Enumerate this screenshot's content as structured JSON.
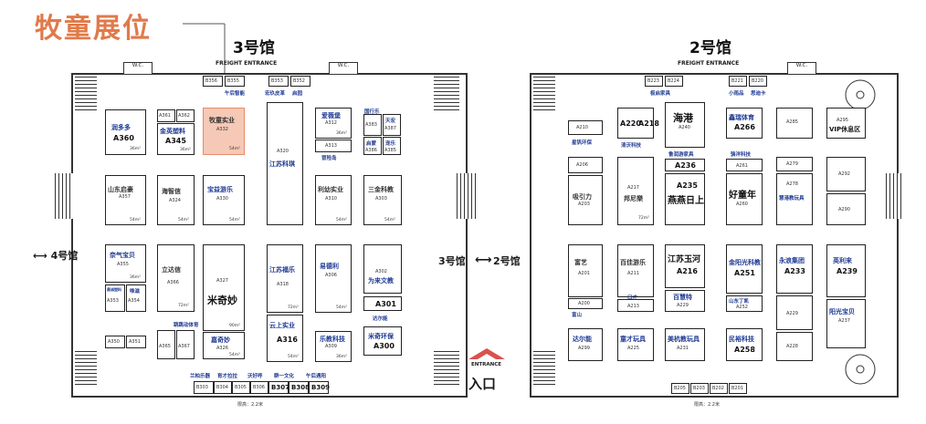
{
  "callout": "牧童展位",
  "hall3": {
    "title": "3号馆",
    "freight": "FREIGHT ENTRANCE",
    "wc1": "W.C.",
    "wc2": "W.C.",
    "height_note": "限高：2.2米"
  },
  "hall2": {
    "title": "2号馆",
    "freight": "FREIGHT ENTRANCE",
    "wc": "W.C.",
    "height_note": "限高：2.2米"
  },
  "nav": {
    "hall4": "4号馆",
    "hall3_arrow": "3号馆",
    "hall2_arrow": "2号馆"
  },
  "entrance": {
    "en": "ENTRANCE",
    "cn": "入口"
  },
  "colors": {
    "highlight": "#f6c8b6",
    "callout": "#e07a4a",
    "brand_blue": "#1f3a93"
  },
  "h3_booths": {
    "a360": {
      "id": "A360",
      "name": "润多多",
      "area": "36m²"
    },
    "a361": {
      "id": "A361"
    },
    "a362": {
      "id": "A362"
    },
    "a345": {
      "id": "A345",
      "name": "金英塑料",
      "area": "36m²"
    },
    "a332": {
      "id": "A332",
      "name": "牧童实业",
      "area": "54m²"
    },
    "a320": {
      "id": "A320",
      "name": "江苏科琪"
    },
    "a312": {
      "id": "A312",
      "name": "爱薇堡",
      "area": "36m²"
    },
    "a313": {
      "id": "A313",
      "name": "冒险岛"
    },
    "a387": {
      "id": "A387",
      "name": "天宏"
    },
    "a383": {
      "id": "A383",
      "name": "国行乐"
    },
    "a386": {
      "id": "A386",
      "name": "启蒙"
    },
    "a385": {
      "id": "A385",
      "name": "宠乐"
    },
    "a357": {
      "id": "A357",
      "name": "山东启豪",
      "area": "54m²"
    },
    "a324": {
      "id": "A324",
      "name": "海智信",
      "area": "54m²"
    },
    "a330": {
      "id": "A330",
      "name": "宝益游乐",
      "area": "54m²"
    },
    "a310": {
      "id": "A310",
      "name": "利幼实业",
      "area": "54m²"
    },
    "a303": {
      "id": "A303",
      "name": "三金科教",
      "area": "54m²"
    },
    "a355": {
      "id": "A355",
      "name": "奈气宝贝",
      "area": "36m²"
    },
    "a353": {
      "id": "A353",
      "name": "鼎诚塑料"
    },
    "a354": {
      "id": "A354",
      "name": "唯滋"
    },
    "a366": {
      "id": "A366",
      "name": "立达信",
      "area": "72m²"
    },
    "a327": {
      "id": "A327",
      "name": "米奇妙",
      "area": "90m²"
    },
    "a318": {
      "id": "A318",
      "name": "江苏福乐",
      "area": "72m²"
    },
    "a306": {
      "id": "A306",
      "name": "易德利",
      "area": "54m²"
    },
    "a302": {
      "id": "A302",
      "name": "为来文教"
    },
    "a301": {
      "id": "A301",
      "name": "达尔能"
    },
    "a350": {
      "id": "A350"
    },
    "a351": {
      "id": "A351"
    },
    "a365": {
      "id": "A365"
    },
    "a367": {
      "id": "A367"
    },
    "a326": {
      "id": "A326",
      "name": "嘉奇妙",
      "area": "54m²"
    },
    "a316": {
      "id": "A316",
      "name": "云上实业",
      "area": "54m²"
    },
    "a309": {
      "id": "A309",
      "name": "乐教科技",
      "area": "36m²"
    },
    "a300": {
      "id": "A300",
      "name": "米奇环保",
      "area": "36m²"
    },
    "label_jd": "跳跳动体育",
    "label_nw": "午后智能",
    "label_ht": "宏玖皮革",
    "label_qs": "启园"
  },
  "h3_top": [
    "B356",
    "B355",
    "B353",
    "B352"
  ],
  "h3_bottom": [
    "B303",
    "B304",
    "B305",
    "B306",
    "B307",
    "B308",
    "B309"
  ],
  "h3_bottom_names": [
    "兰柏乐器",
    "育才拉拉",
    "沃好呼",
    "群一文化",
    "午后遇阳"
  ],
  "h2_top": [
    "B223",
    "B224",
    "B221",
    "B220"
  ],
  "h2_top_names": [
    "极启家具",
    "小雨品",
    "思迪卡"
  ],
  "h2_bottom": [
    "B205",
    "B203",
    "B202",
    "B201"
  ],
  "h2_booths": {
    "a210": {
      "id": "A210",
      "name": "星钒环保"
    },
    "a220": {
      "id": "A220",
      "name": "清沃科技"
    },
    "a218": {
      "id": "A218"
    },
    "a240": {
      "id": "A240",
      "name": "海港"
    },
    "a266": {
      "id": "A266",
      "name": "鑫瑞体育"
    },
    "a285": {
      "id": "A285"
    },
    "a295": {
      "id": "A295",
      "name": "VIP休息区"
    },
    "a206": {
      "id": "A206"
    },
    "a217": {
      "id": "A217",
      "name": "邦尼樂",
      "area": "72m²"
    },
    "a236": {
      "id": "A236",
      "name": "鲁润游家具"
    },
    "a235": {
      "id": "A235",
      "name": "燕燕日上"
    },
    "a261": {
      "id": "A261",
      "name": "骆洋科技"
    },
    "a260": {
      "id": "A260",
      "name": "好童年"
    },
    "a279": {
      "id": "A279"
    },
    "a278": {
      "id": "A278",
      "name": "慧港教玩具"
    },
    "a292": {
      "id": "A292"
    },
    "a290": {
      "id": "A290"
    },
    "a203": {
      "id": "A203",
      "name": "吸引力"
    },
    "a201": {
      "id": "A201",
      "name": "富艺"
    },
    "a211": {
      "id": "A211",
      "name": "百佳游乐"
    },
    "a216": {
      "id": "A216",
      "name": "江苏玉河"
    },
    "a251": {
      "id": "A251",
      "name": "金阳光科教"
    },
    "a233": {
      "id": "A233",
      "name": "永浪集团"
    },
    "a239": {
      "id": "A239",
      "name": "英利来"
    },
    "a200": {
      "id": "A200",
      "name": "富山"
    },
    "a213": {
      "id": "A213",
      "name": "口才"
    },
    "a229": {
      "id": "A229",
      "name": "百慧特"
    },
    "a252": {
      "id": "A252",
      "name": "山东丁凯"
    },
    "a229b": {
      "id": "A229"
    },
    "a237": {
      "id": "A237",
      "name": "阳光宝贝"
    },
    "a299": {
      "id": "A299",
      "name": "达尔能"
    },
    "a225": {
      "id": "A225",
      "name": "童才玩具"
    },
    "a231": {
      "id": "A231",
      "name": "美杭教玩具"
    },
    "a258": {
      "id": "A258",
      "name": "民裕科技"
    },
    "a228": {
      "id": "A228"
    }
  }
}
